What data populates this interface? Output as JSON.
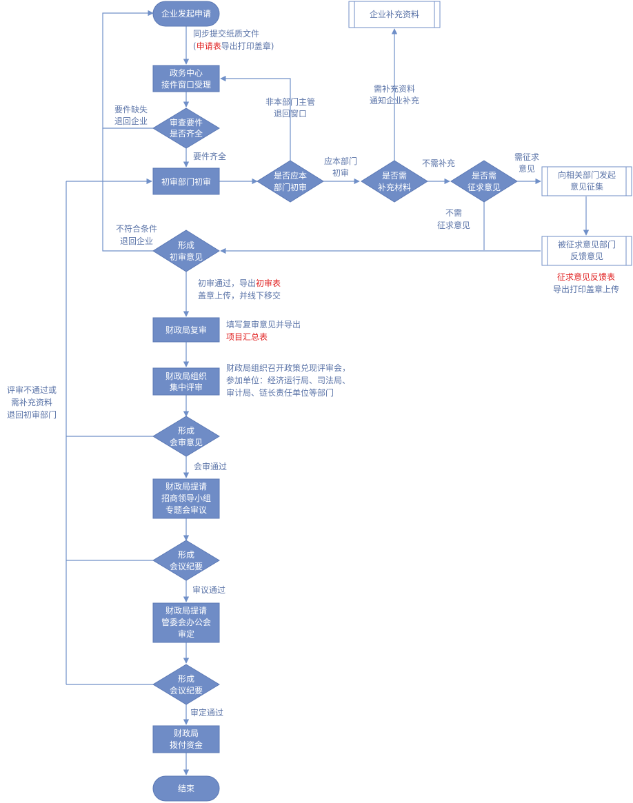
{
  "nodes": {
    "start": "企业发起申请",
    "window_accept": [
      "政务中心",
      "接件窗口受理"
    ],
    "check_docs": [
      "审查要件",
      "是否齐全"
    ],
    "dept_initial": "初审部门初审",
    "should_dept": [
      "是否应本",
      "部门初审"
    ],
    "need_supplement": [
      "是否需",
      "补充材料"
    ],
    "need_opinion": [
      "是否需",
      "征求意见"
    ],
    "company_supplement": "企业补充资料",
    "start_consult": [
      "向相关部门发起",
      "意见征集"
    ],
    "consulted_feedback": [
      "被征求意见部门",
      "反馈意见"
    ],
    "form_initial_opinion": [
      "形成",
      "初审意见"
    ],
    "finance_review": "财政局复审",
    "finance_joint_review": [
      "财政局组织",
      "集中评审"
    ],
    "form_joint_opinion": [
      "形成",
      "会审意见"
    ],
    "finance_submit_group": [
      "财政局提请",
      "招商领导小组",
      "专题会审议"
    ],
    "form_minutes_1": [
      "形成",
      "会议纪要"
    ],
    "finance_submit_committee": [
      "财政局提请",
      "管委会办公会",
      "审定"
    ],
    "form_minutes_2": [
      "形成",
      "会议纪要"
    ],
    "finance_disburse": [
      "财政局",
      "拨付资金"
    ],
    "end": "结束"
  },
  "labels": {
    "submit_paper_1": "同步提交纸质文件",
    "submit_paper_2_open": "(",
    "submit_paper_2_red": "申请表",
    "submit_paper_2_rest": "导出打印盖章)",
    "missing_docs": [
      "要件缺失",
      "退回企业"
    ],
    "docs_complete": "要件齐全",
    "not_this_dept": [
      "非本部门主管",
      "退回窗口"
    ],
    "this_dept": [
      "应本部门",
      "初审"
    ],
    "need_supplement_notify": [
      "需补充资料",
      "通知企业补充"
    ],
    "no_supplement": "不需补充",
    "need_consult": [
      "需征求",
      "意见"
    ],
    "no_consult": [
      "不需",
      "征求意见"
    ],
    "not_qualified": [
      "不符合条件",
      "退回企业"
    ],
    "feedback_red": "征求意见反馈表",
    "feedback_rest": "导出打印盖章上传",
    "initial_pass_1": "初审通过，导出",
    "initial_pass_1_red": "初审表",
    "initial_pass_2": "盖章上传，并线下移交",
    "fill_review_1": "填写复审意见并导出",
    "fill_review_red": "项目汇总表",
    "joint_review_desc": [
      "财政局组织召开政策兑现评审会，",
      "参加单位：经济运行局、司法局、",
      "审计局、链长责任单位等部门"
    ],
    "review_fail": [
      "评审不通过或",
      "需补充资料",
      "退回初审部门"
    ],
    "joint_pass": "会审通过",
    "meeting_pass": "审议通过",
    "approve_pass": "审定通过"
  },
  "colors": {
    "node": "#6f8cc6",
    "edge": "#6f8fc8",
    "text": "#5b74a8",
    "highlight": "#e02020"
  }
}
